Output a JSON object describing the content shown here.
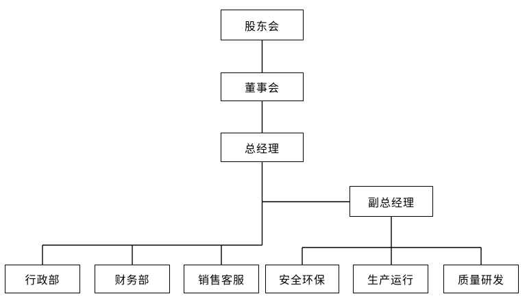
{
  "diagram": {
    "type": "org-chart",
    "background": "#ffffff",
    "line_color": "#000000",
    "box_border_color": "#000000",
    "text_color": "#000000",
    "nodes": [
      {
        "id": "shareholders",
        "label": "股东会"
      },
      {
        "id": "board",
        "label": "董事会"
      },
      {
        "id": "gm",
        "label": "总经理"
      },
      {
        "id": "deputy-gm",
        "label": "副总经理"
      },
      {
        "id": "admin",
        "label": "行政部"
      },
      {
        "id": "finance",
        "label": "财务部"
      },
      {
        "id": "sales-service",
        "label": "销售客服"
      },
      {
        "id": "safety-env",
        "label": "安全环保"
      },
      {
        "id": "production",
        "label": "生产运行"
      },
      {
        "id": "quality-rd",
        "label": "质量研发"
      }
    ],
    "edges": [
      {
        "from": "shareholders",
        "to": "board"
      },
      {
        "from": "board",
        "to": "gm"
      },
      {
        "from": "gm",
        "to": "deputy-gm"
      },
      {
        "from": "gm",
        "to": "admin"
      },
      {
        "from": "gm",
        "to": "finance"
      },
      {
        "from": "gm",
        "to": "sales-service"
      },
      {
        "from": "deputy-gm",
        "to": "safety-env"
      },
      {
        "from": "deputy-gm",
        "to": "production"
      },
      {
        "from": "deputy-gm",
        "to": "quality-rd"
      }
    ]
  }
}
